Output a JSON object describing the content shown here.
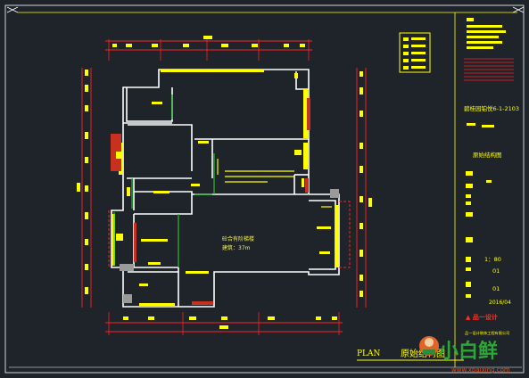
{
  "room": {
    "name": "砼合有阶梯楼",
    "area": "建筑：37m",
    "name_color": "#f2f24a"
  },
  "titleblock": {
    "project": "碧桂园铂悦6-1-2103",
    "drawing": "原始结构图",
    "scale": "1：80",
    "sheet": "01",
    "count": "01",
    "date": "2016/04",
    "company": "▲ 品一设计",
    "company_sub": "品一设计装饰工程有限公司"
  },
  "plan_label": {
    "plan": "PLAN",
    "name": "原始结构图"
  },
  "watermark": {
    "logo": "小白鲜",
    "url": "www.xbaixing.com"
  },
  "colors": {
    "background": "#1f242b",
    "wall": "#ffffff",
    "accent": "#ffff00",
    "dim": "#ff2020",
    "green": "#22c22a"
  }
}
